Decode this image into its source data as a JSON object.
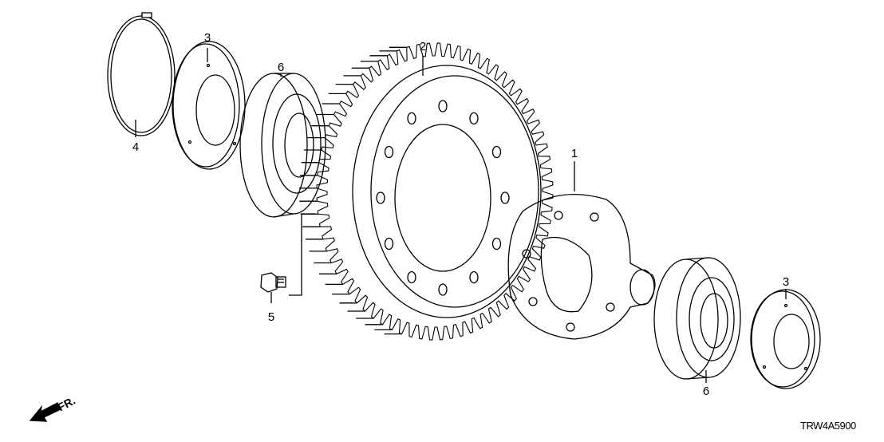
{
  "labels": {
    "snap_ring": "4",
    "washer_left": "3",
    "bearing_left": "6",
    "final_driven_gear": "2",
    "bolt": "5",
    "differential_case": "1",
    "bearing_right": "6",
    "washer_right": "3"
  },
  "direction": "FR.",
  "diagram_code": "TRW4A5900",
  "gear": {
    "teeth": 72,
    "bolt_holes": 12
  }
}
